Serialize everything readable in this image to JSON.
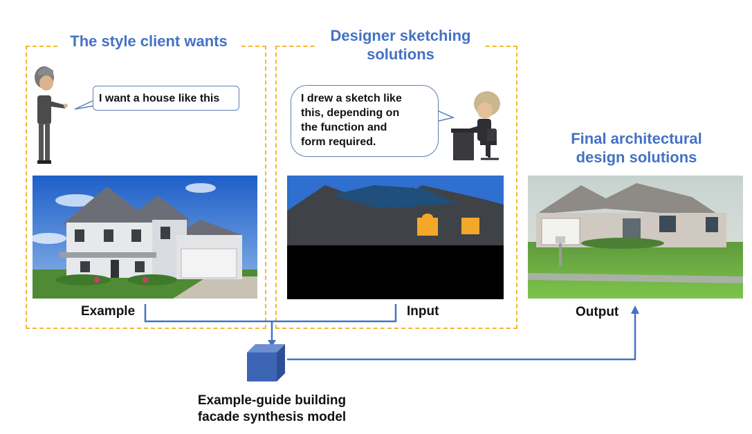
{
  "panels": {
    "client": {
      "title": "The style client wants",
      "speech": "I want a house like this",
      "caption": "Example"
    },
    "designer": {
      "title_line1": "Designer sketching",
      "title_line2": "solutions",
      "speech_lines": [
        "I drew a sketch like",
        "this, depending on",
        "the function and",
        "form required."
      ],
      "caption": "Input"
    },
    "final": {
      "title_line1": "Final architectural",
      "title_line2": "design solutions",
      "caption": "Output"
    }
  },
  "model": {
    "label_line1": "Example-guide building",
    "label_line2": "facade synthesis model"
  },
  "colors": {
    "title": "#4472c4",
    "dashed_border": "#f4b928",
    "arrow": "#4472c4",
    "cube": "#3d65b5",
    "sketch_roof_dark": "#3f4347",
    "sketch_roof_blue": "#1f4f7a",
    "sketch_window": "#f4a82a",
    "sketch_ground": "#000000",
    "sky_blue": "#2f6fd0"
  },
  "icons": [
    "client-person-icon",
    "designer-at-desk-icon",
    "speech-bubble-icon",
    "model-cube-icon"
  ]
}
